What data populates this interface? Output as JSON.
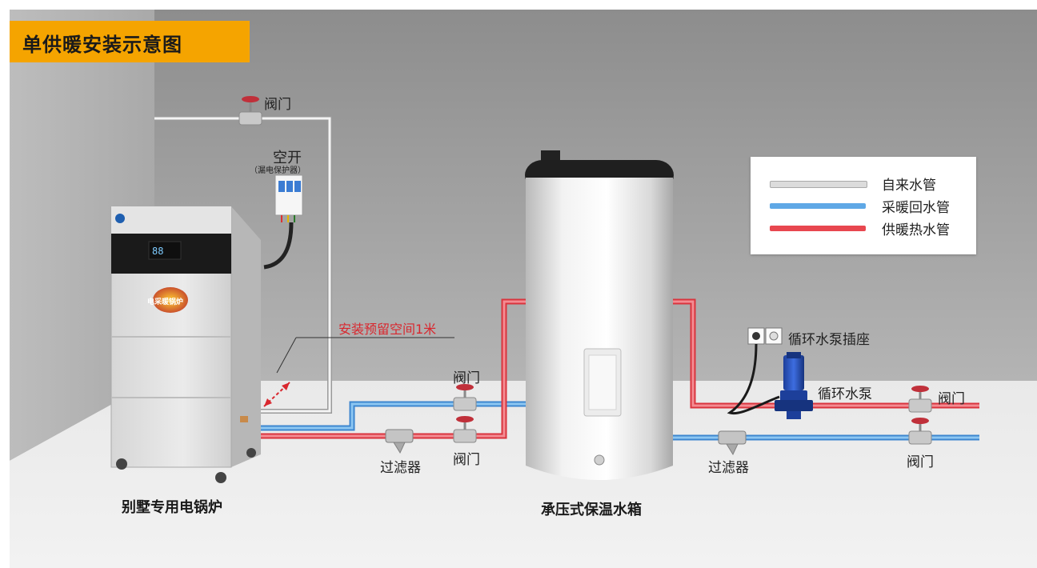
{
  "title": "单供暖安装示意图",
  "legend": {
    "items": [
      {
        "label": "自来水管",
        "color": "#d8d8d8"
      },
      {
        "label": "采暖回水管",
        "color": "#5fa8e6"
      },
      {
        "label": "供暖热水管",
        "color": "#e8474f"
      }
    ]
  },
  "labels": {
    "valve_top": "阀门",
    "breaker": "空开",
    "breaker_sub": "（漏电保护器）",
    "install_space": "安装预留空间1米",
    "valve_upper_mid": "阀门",
    "valve_lower_mid": "阀门",
    "filter_left": "过滤器",
    "filter_right": "过滤器",
    "pump_socket": "循环水泵插座",
    "pump": "循环水泵",
    "valve_right_upper": "阀门",
    "valve_right_lower": "阀门",
    "boiler_caption": "别墅专用电锅炉",
    "tank_caption": "承压式保温水箱"
  },
  "boiler_display": {
    "badge_text": "电采暖锅炉"
  },
  "colors": {
    "accent": "#f5a400",
    "supply_pipe": "#e8474f",
    "return_pipe": "#5fa8e6",
    "tap_pipe": "#d8d8d8",
    "annotation": "#d9272e"
  }
}
